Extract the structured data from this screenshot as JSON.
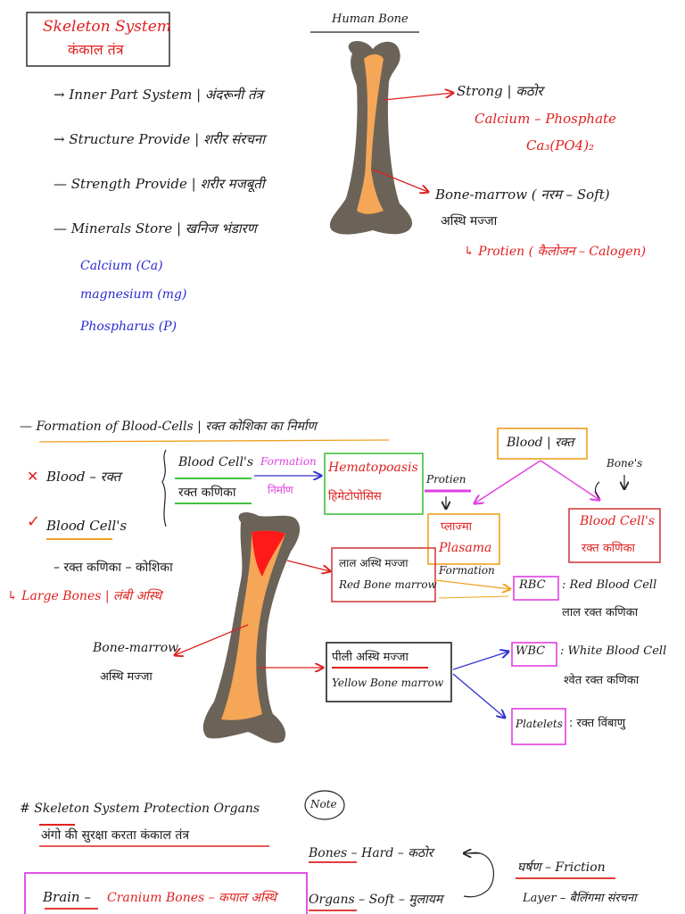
{
  "section1": {
    "title_en": "Skeleton System",
    "title_hi": "कंकाल तंत्र",
    "bone_title": "Human Bone",
    "points": [
      "→ Inner Part System | अंदरूनी तंत्र",
      "→ Structure Provide | शरीर संरचना",
      "— Strength Provide | शरीर मजबूती",
      "— Minerals Store | खनिज भंडारण"
    ],
    "minerals": [
      "Calcium (Ca)",
      "magnesium (mg)",
      "Phospharus (P)"
    ],
    "strong_label": "Strong | कठोर",
    "calcium_phosphate": "Calcium – Phosphate",
    "formula": "Ca₃(PO4)₂",
    "marrow_label": "Bone-marrow ( नरम – Soft)",
    "marrow_hi": "अस्थि मज्जा",
    "protein_label": "↳ Protien ( कैलोजन – Calogen)"
  },
  "section2": {
    "heading": "— Formation of Blood-Cells | रक्त कोशिका का निर्माण",
    "blood_x": "Blood – रक्त",
    "x_mark": "✕",
    "blood_cells_en": "Blood Cell's",
    "blood_cells_hi": "रक्त कणिका",
    "formation_en": "Formation",
    "formation_hi": "निर्माण",
    "hema_en": "Hematopoasis",
    "hema_hi": "हिमेटोपोसिस",
    "protien_word": "Protien",
    "blood_box": "Blood | रक्त",
    "bones_word": "Bone's",
    "check_mark": "✓",
    "blood_cells_check": "Blood Cell's",
    "cell_hi": "– रक्त कणिका – कोशिका",
    "large_bones": "↳ Large Bones | लंबी अस्थि",
    "plasma_hi": "प्लाज्मा",
    "plasma_en": "Plasama",
    "blood_cells_red": "Blood Cell's",
    "blood_cells_red_hi": "रक्त कणिका",
    "red_marrow_hi": "लाल अस्थि मज्जा",
    "red_marrow_en": "Red Bone marrow",
    "formation2": "Formation",
    "rbc": "RBC",
    "rbc_desc": ": Red Blood Cell",
    "rbc_hi": "लाल रक्त कणिका",
    "bone_marrow_en": "Bone-marrow",
    "bone_marrow_hi": "अस्थि मज्जा",
    "yellow_marrow_hi": "पीली अस्थि मज्जा",
    "yellow_marrow_en": "Yellow Bone marrow",
    "wbc": "WBC",
    "wbc_desc": ": White Blood Cell",
    "wbc_hi": "श्वेत रक्त कणिका",
    "platelets": "Platelets",
    "platelets_desc": ": रक्त विंबाणु"
  },
  "section3": {
    "heading": "# Skeleton System Protection Organs",
    "heading_hi": "अंगो की सुरक्षा करता कंकाल तंत्र",
    "note": "Note",
    "bones_line": "Bones – Hard – कठोर",
    "organs_line": "Organs – Soft – मुलायम",
    "friction": "घर्षण – Friction",
    "layer": "Layer – बैलिंगमा संरचना",
    "brain": "Brain –",
    "cranium": "Cranium Bones – कपाल अस्थि"
  },
  "colors": {
    "red": "#e02020",
    "blue": "#2a2ad0",
    "bone_fill": "#f5a656",
    "bone_outline": "#6b6358",
    "marrow_red": "#ff1a1a",
    "magenta": "#e040e0",
    "orange": "#f0a020",
    "green": "#40c040"
  }
}
